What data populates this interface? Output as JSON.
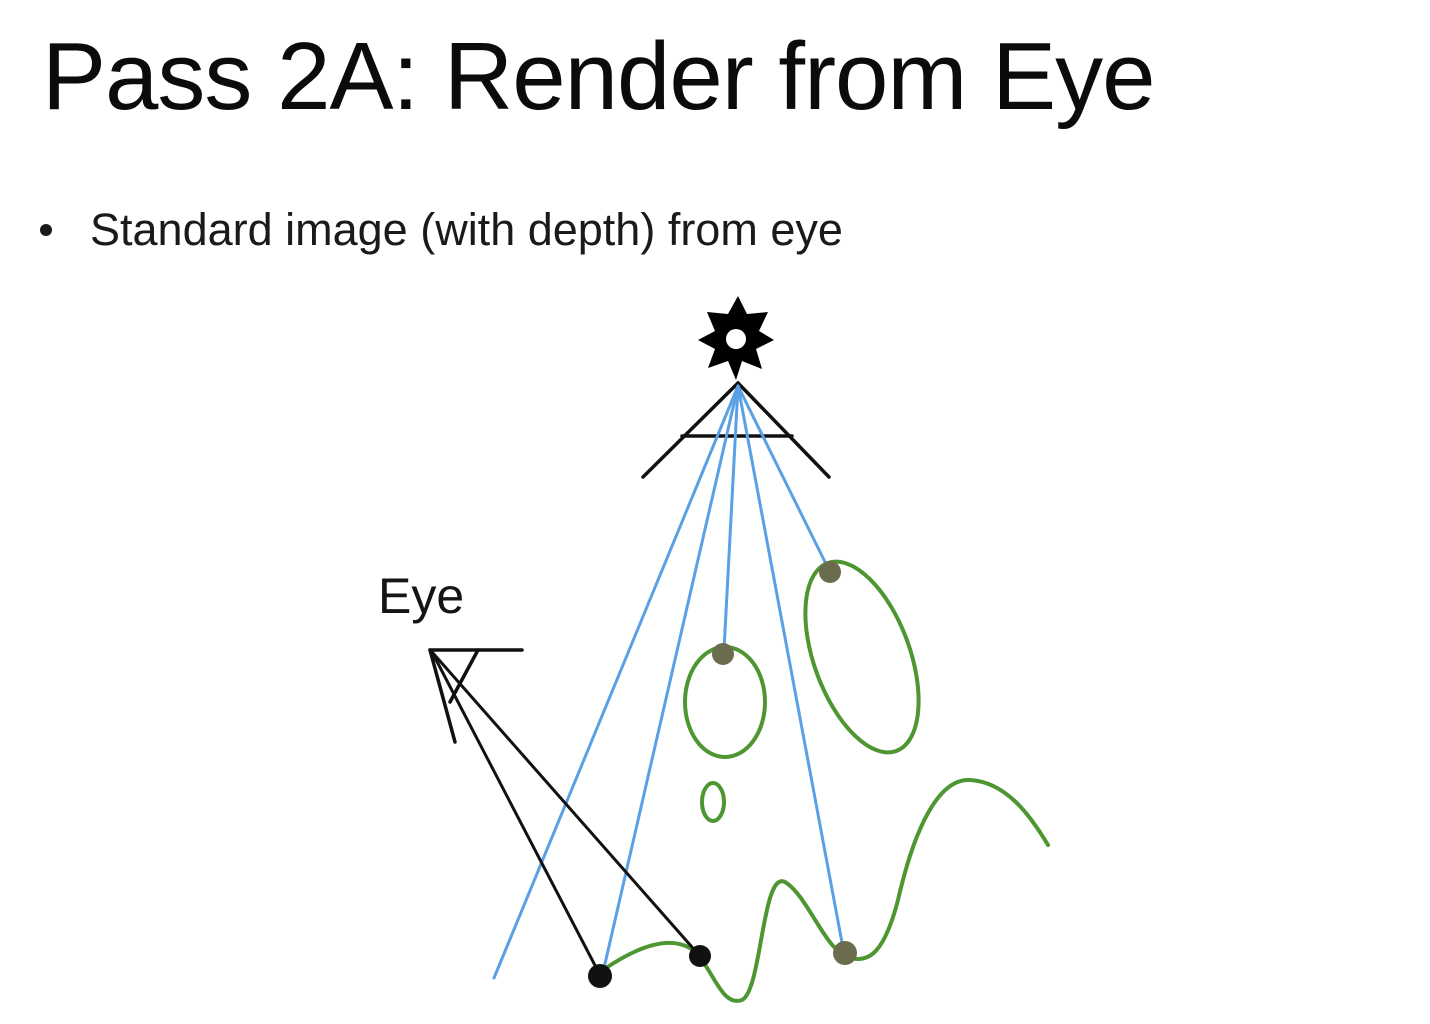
{
  "slide": {
    "title": "Pass 2A: Render from Eye",
    "bullets": [
      "Standard image (with depth) from eye"
    ]
  },
  "diagram": {
    "labels": {
      "eye": "Eye"
    },
    "icons": {
      "light": "sun-icon",
      "light_camera": "light-camera-icon",
      "eye_camera": "eye-camera-icon"
    },
    "colors": {
      "light_ray": "#5aa0e4",
      "eye_ray": "#111111",
      "surface": "#4e9632",
      "hit_point": "#6b6b4e",
      "eye_sample_point": "#111111",
      "text": "#111111"
    }
  }
}
